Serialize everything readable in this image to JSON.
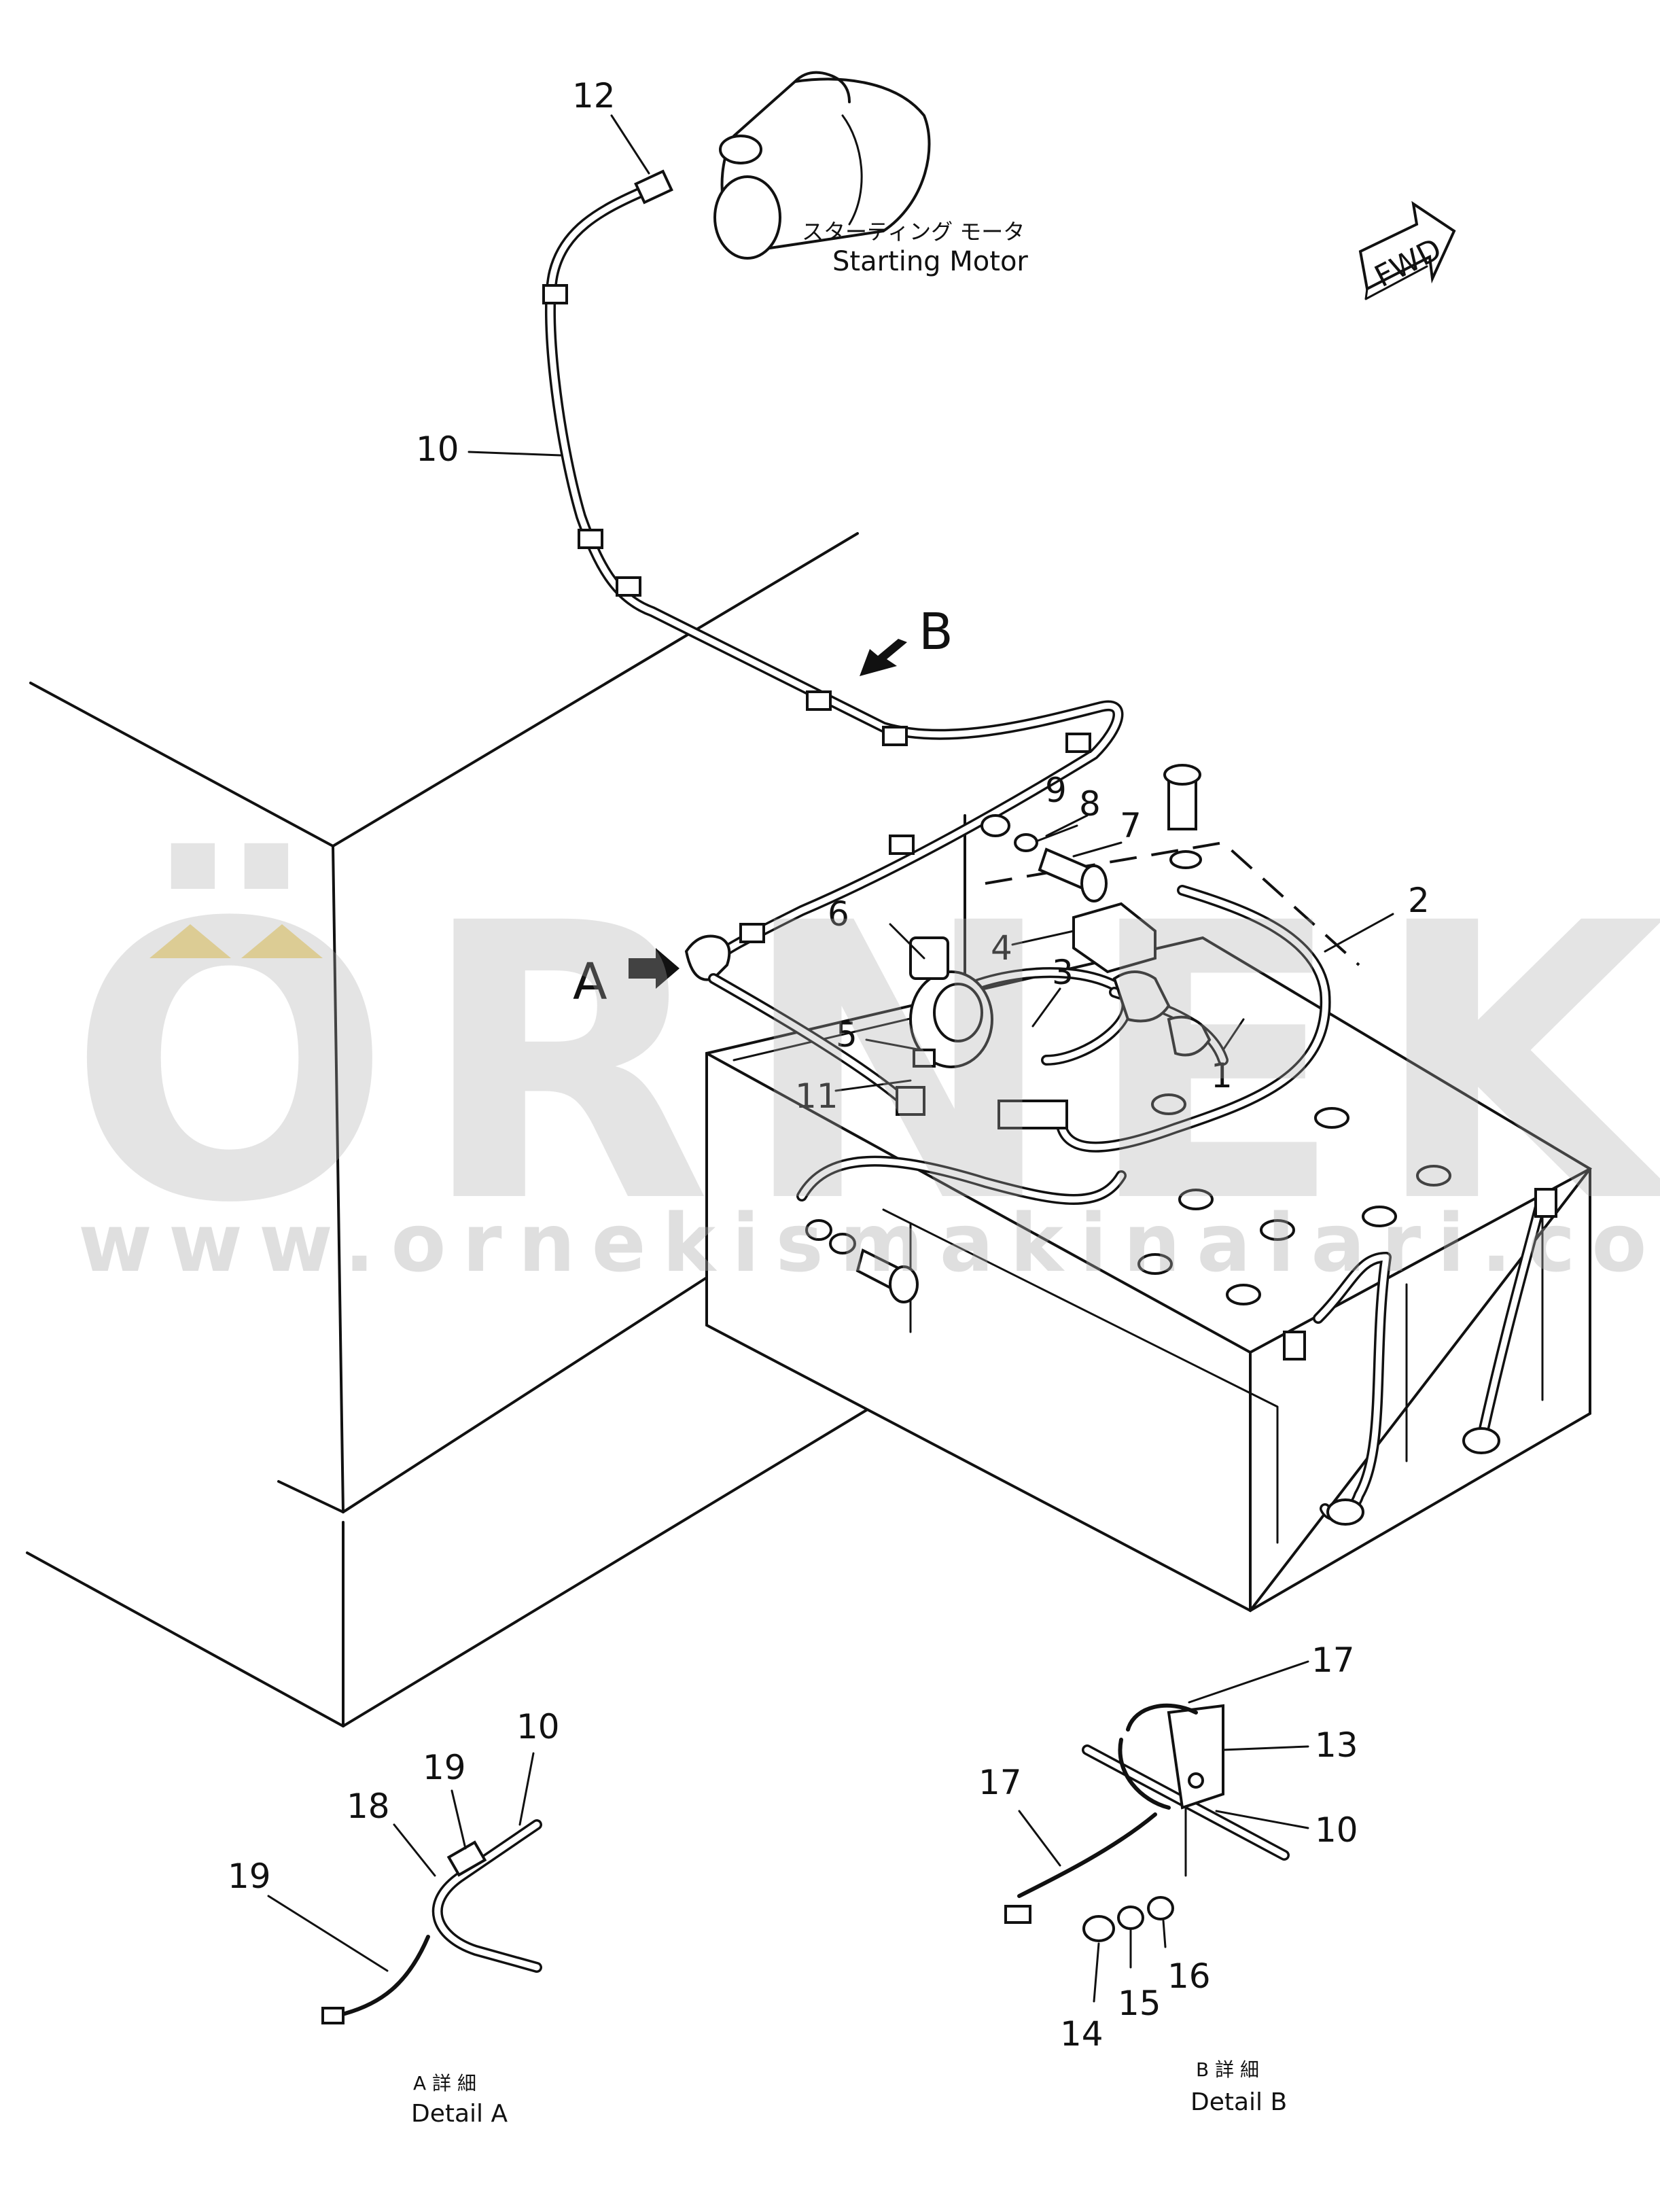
{
  "diagram": {
    "part_numbers": [
      "1",
      "2",
      "3",
      "4",
      "5",
      "6",
      "7",
      "8",
      "9",
      "10",
      "11",
      "12",
      "13",
      "14",
      "15",
      "16",
      "17",
      "18",
      "19"
    ],
    "callout_labels": {
      "p1": "1",
      "p2": "2",
      "p3": "3",
      "p4": "4",
      "p5": "5",
      "p6": "6",
      "p7": "7",
      "p8": "8",
      "p9": "9",
      "p10": "10",
      "p11": "11",
      "p12": "12",
      "a_p10": "10",
      "a_p18": "18",
      "a_p19_top": "19",
      "a_p19_left": "19",
      "b_p10": "10",
      "b_p13": "13",
      "b_p14": "14",
      "b_p15": "15",
      "b_p16": "16",
      "b_p17_top": "17",
      "b_p17_left": "17"
    },
    "view_arrow_a": "A",
    "view_arrow_b": "B",
    "starting_motor_label_jp": "スターティング モータ",
    "starting_motor_label_en": "Starting Motor",
    "fwd_label": "FWD",
    "detail_a_jp": "A 詳 細",
    "detail_a_en": "Detail A",
    "detail_b_jp": "B 詳 細",
    "detail_b_en": "Detail B"
  },
  "watermark": {
    "brand": "ÖRNEK",
    "url": "www.ornekismakinalari.com.tr",
    "accent_color": "#f3dc8a"
  }
}
